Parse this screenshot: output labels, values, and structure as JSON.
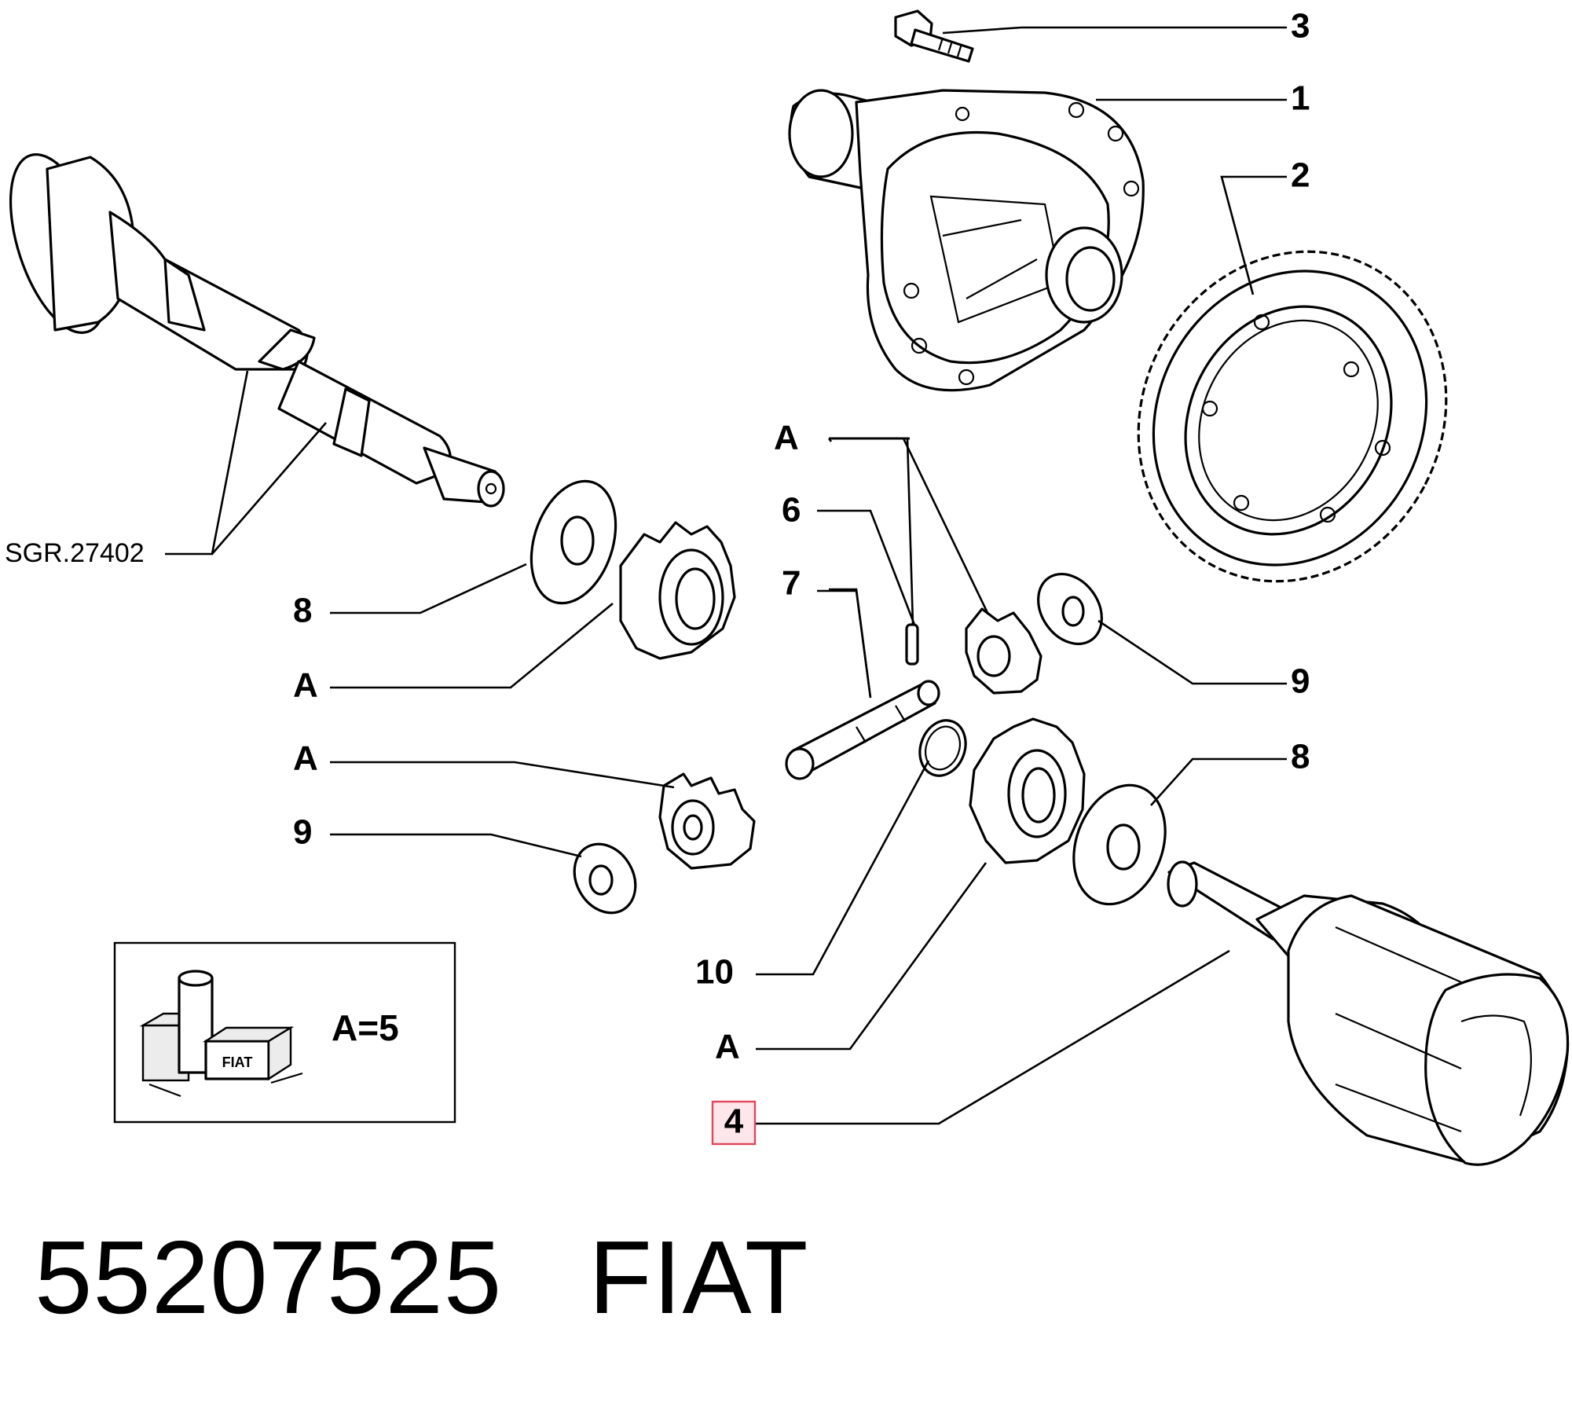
{
  "callouts": {
    "c3": "3",
    "c1": "1",
    "c2": "2",
    "sgr": "SGR.27402",
    "a_top": "A",
    "c6": "6",
    "c7": "7",
    "c8_left": "8",
    "a_left1": "A",
    "a_left2": "A",
    "c9_left": "9",
    "c9_right": "9",
    "c8_right": "8",
    "c10": "10",
    "a_bottom": "A",
    "c4": "4"
  },
  "kit": {
    "label": "A=5",
    "box_logo": "FIAT"
  },
  "footer": {
    "part_number": "55207525",
    "brand": "FIAT"
  }
}
